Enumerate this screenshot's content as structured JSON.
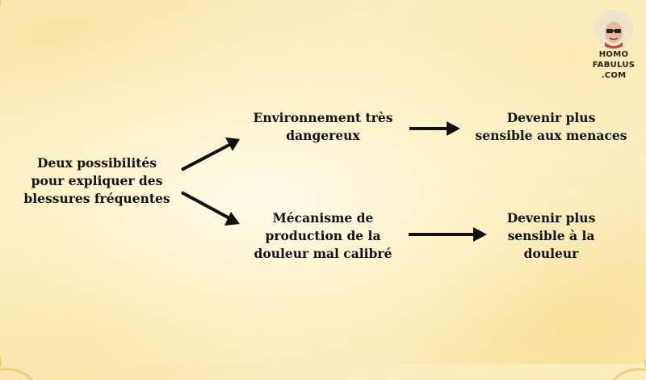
{
  "diagram": {
    "source": "Deux possibilités\npour expliquer des\nblessures fréquentes",
    "branch_top": "Environnement très\ndangereux",
    "branch_bottom": "Mécanisme de\nproduction de la\ndouleur mal calibré",
    "result_top": "Devenir plus\nsensible aux menaces",
    "result_bottom": "Devenir plus\nsensible à la\ndouleur"
  },
  "logo": {
    "line1": "HOMO",
    "line2": "FABULUS",
    "line3": ".COM"
  },
  "colors": {
    "text": "#111111",
    "arrow": "#111111",
    "background": "#fbefc8"
  }
}
